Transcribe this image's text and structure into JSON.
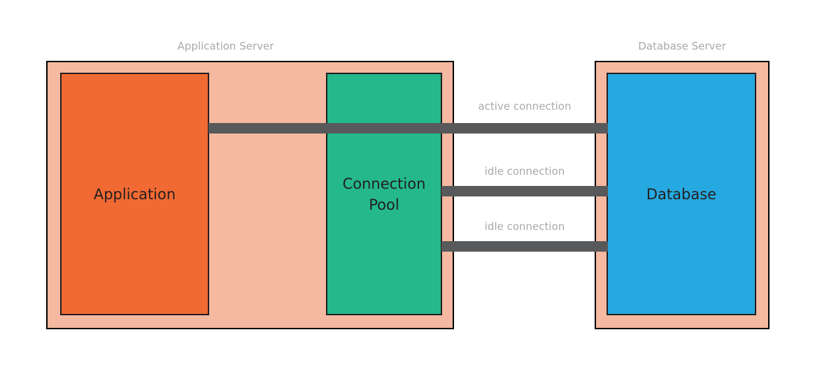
{
  "diagram": {
    "app_server": {
      "label": "Application Server",
      "color": "#f4b9a0",
      "application": {
        "label": "Application",
        "color": "#f26a33"
      },
      "pool": {
        "label": "Connection Pool",
        "color": "#24b88b"
      }
    },
    "db_server": {
      "label": "Database Server",
      "color": "#f4b9a0",
      "database": {
        "label": "Database",
        "color": "#26a9e0"
      }
    },
    "connections": [
      {
        "label": "active connection",
        "type": "active",
        "from": "Application",
        "to": "Database"
      },
      {
        "label": "idle connection",
        "type": "idle",
        "from": "Connection Pool",
        "to": "Database"
      },
      {
        "label": "idle connection",
        "type": "idle",
        "from": "Connection Pool",
        "to": "Database"
      }
    ],
    "line_color": "#58595b"
  }
}
